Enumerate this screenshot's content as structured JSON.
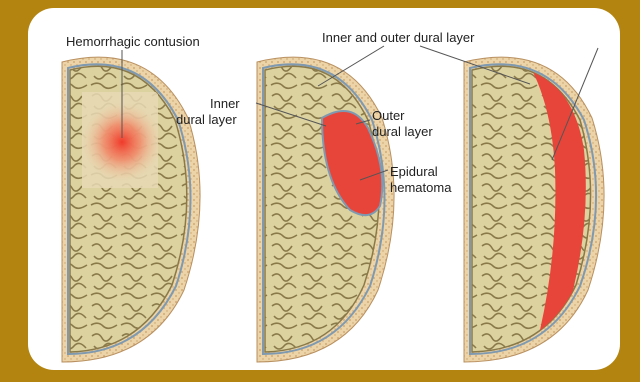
{
  "labels": {
    "hemorrhagic_contusion": "Hemorrhagic contusion",
    "inner_outer_dural": "Inner and outer dural layer",
    "inner_dural_line1": "Inner",
    "inner_dural_line2": "dural layer",
    "outer_dural_line1": "Outer",
    "outer_dural_line2": "dural layer",
    "epidural_line1": "Epidural",
    "epidural_line2": "hematoma"
  },
  "colors": {
    "frame": "#b38510",
    "skull": "#ecd4a8",
    "skull_dots": "#c9a06a",
    "brain": "#dcd2a0",
    "brain_fold": "#8a7a4a",
    "dura": "#7f9ab0",
    "hematoma": "#e8453a"
  }
}
